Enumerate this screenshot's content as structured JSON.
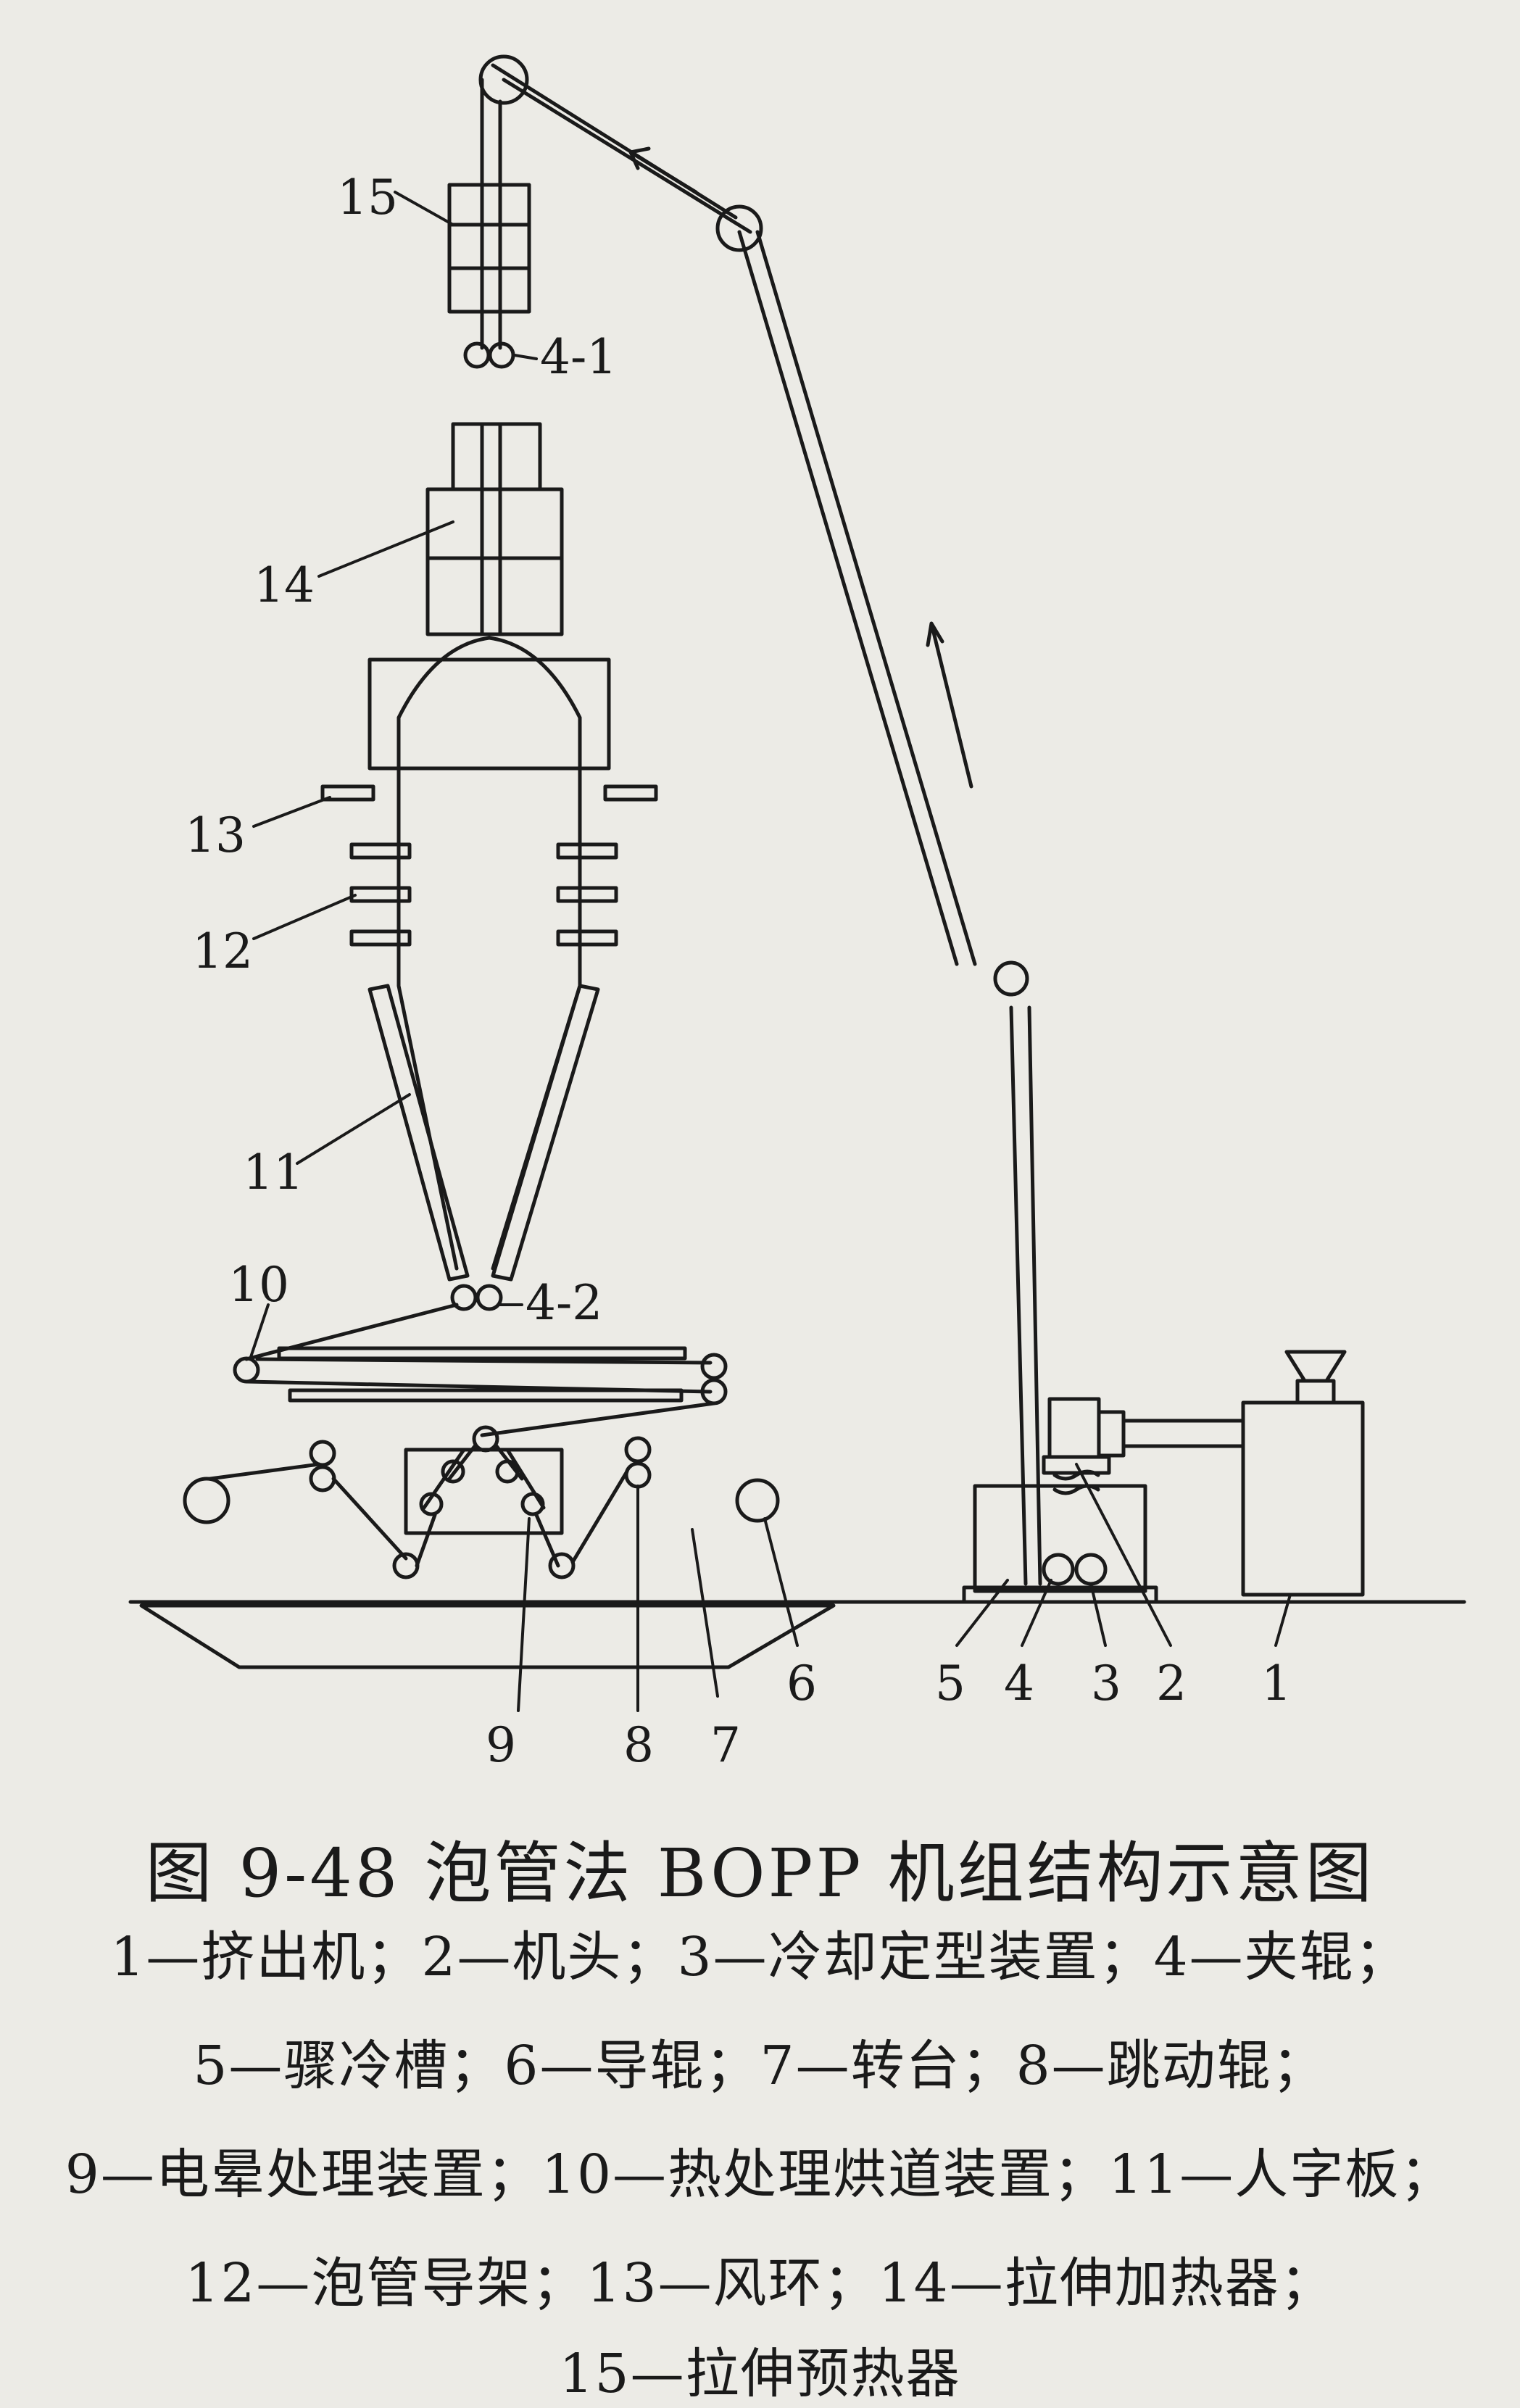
{
  "figure": {
    "caption": "图 9-48   泡管法 BOPP 机组结构示意图",
    "labels": {
      "l1": "1",
      "l2": "2",
      "l3": "3",
      "l4": "4",
      "l5": "5",
      "l6": "6",
      "l7": "7",
      "l8": "8",
      "l9": "9",
      "l10": "10",
      "l11": "11",
      "l12": "12",
      "l13": "13",
      "l14": "14",
      "l15": "15",
      "l4_1": "4-1",
      "l4_2": "4-2"
    }
  },
  "legend": {
    "line1": "1—挤出机；2—机头；3—冷却定型装置；4—夹辊；",
    "line2": "5—骤冷槽；6—导辊；7—转台；8—跳动辊；",
    "line3": "9—电晕处理装置；10—热处理烘道装置；11—人字板；",
    "line4": "12—泡管导架；13—风环；14—拉伸加热器；",
    "line5": "15—拉伸预热器"
  }
}
